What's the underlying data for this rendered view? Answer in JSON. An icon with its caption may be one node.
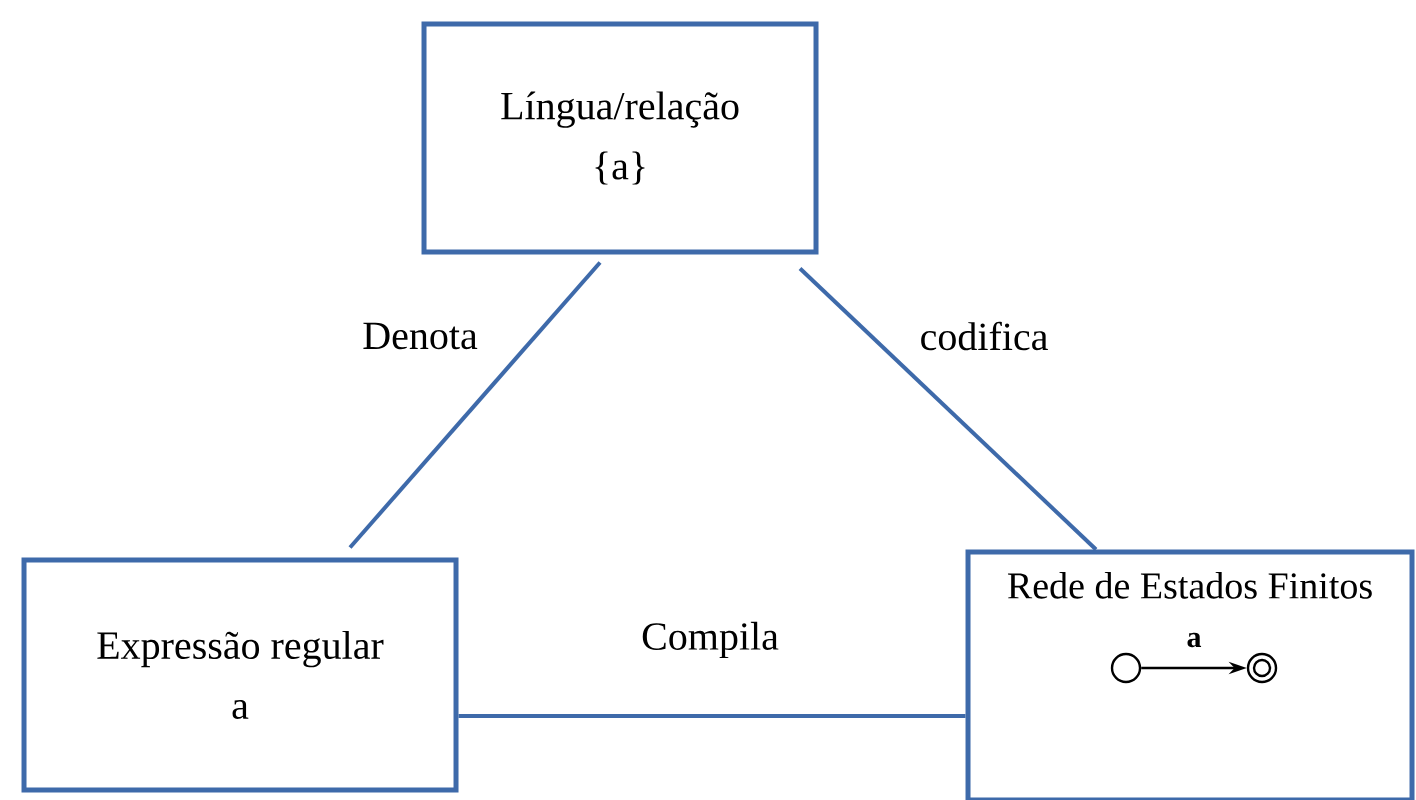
{
  "diagram": {
    "nodes": [
      {
        "text": [
          "Língua/relação",
          "{a}"
        ]
      },
      {
        "text": [
          "Expressão regular",
          "a"
        ]
      },
      {
        "text": [
          "Rede de Estados Finitos"
        ]
      },
      {
        "text": [],
        "shape": "circle",
        "in": 2
      },
      {
        "text": [],
        "shape": "circle",
        "in": 2
      }
    ],
    "edges": [
      {
        "from": 0,
        "to": 1,
        "arrow": "none",
        "label": "Denota"
      },
      {
        "from": 0,
        "to": 2,
        "arrow": "none",
        "label": "codifica"
      },
      {
        "from": 1,
        "to": 2,
        "arrow": "none",
        "label": "Compila"
      },
      {
        "from": 3,
        "to": 4,
        "arrow": "to",
        "label": "a",
        "color": "#000000"
      }
    ]
  }
}
